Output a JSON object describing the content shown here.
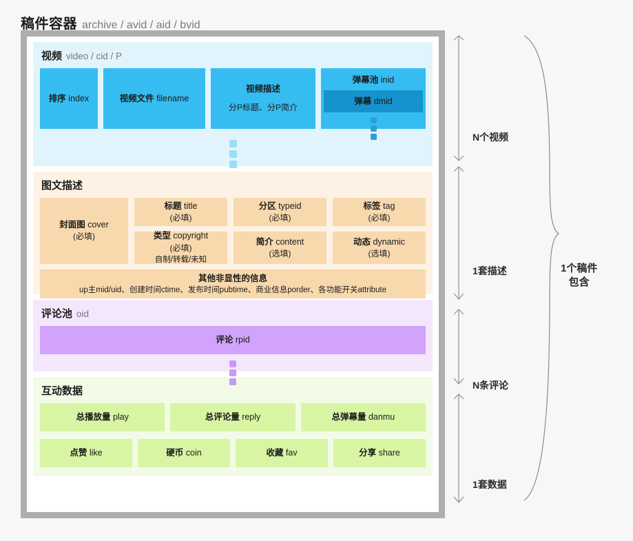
{
  "title": {
    "cn": "稿件容器",
    "en": "archive / avid / aid / bvid"
  },
  "sections": {
    "video": {
      "head_cn": "视频",
      "head_en": "video / cid / P",
      "cells": {
        "index": {
          "cn": "排序",
          "en": "index"
        },
        "filename": {
          "cn": "视频文件",
          "en": "filename"
        },
        "desc": {
          "cn": "视频描述",
          "en": "",
          "sub": "分P标题、分P简介"
        },
        "danmu_pool": {
          "cn": "弹幕池",
          "en": "inid",
          "inner_cn": "弹幕",
          "inner_en": "dmid"
        }
      }
    },
    "description": {
      "head_cn": "图文描述",
      "head_en": "",
      "cover": {
        "cn": "封面图",
        "en": "cover",
        "req": "(必填)"
      },
      "line1": [
        {
          "cn": "标题",
          "en": "title",
          "req": "(必填)"
        },
        {
          "cn": "分区",
          "en": "typeid",
          "req": "(必填)"
        },
        {
          "cn": "标签",
          "en": "tag",
          "req": "(必填)"
        }
      ],
      "line2": [
        {
          "cn": "类型",
          "en": "copyright",
          "req": "(必填)",
          "note": "自制/转载/未知"
        },
        {
          "cn": "简介",
          "en": "content",
          "req": "(选填)",
          "note": ""
        },
        {
          "cn": "动态",
          "en": "dynamic",
          "req": "(选填)",
          "note": ""
        }
      ],
      "other": {
        "title": "其他非显性的信息",
        "detail": "up主mid/uid、创建时间ctime、发布时间pubtime、商业信息porder、各功能开关attribute"
      }
    },
    "comment": {
      "head_cn": "评论池",
      "head_en": "oid",
      "reply": {
        "cn": "评论",
        "en": "rpid"
      }
    },
    "interaction": {
      "head_cn": "互动数据",
      "head_en": "",
      "row1": [
        {
          "cn": "总播放量",
          "en": "play"
        },
        {
          "cn": "总评论量",
          "en": "reply"
        },
        {
          "cn": "总弹幕量",
          "en": "danmu"
        }
      ],
      "row2": [
        {
          "cn": "点赞",
          "en": "like"
        },
        {
          "cn": "硬币",
          "en": "coin"
        },
        {
          "cn": "收藏",
          "en": "fav"
        },
        {
          "cn": "分享",
          "en": "share"
        }
      ]
    }
  },
  "annotations": {
    "video": "N个视频",
    "description": "1套描述",
    "comment": "N条评论",
    "interaction": "1套数据",
    "brace_line1": "1个稿件",
    "brace_line2": "包含"
  },
  "colors": {
    "frame_border": "#aeaeae",
    "video_bg": "#e1f4fd",
    "video_box": "#35bdf2",
    "video_box_inner": "#1693cc",
    "desc_bg": "#fdf2e4",
    "desc_box": "#f8d9ae",
    "comment_bg": "#f4e7fd",
    "comment_box": "#d1a3fc",
    "inter_bg": "#f2fbe6",
    "inter_box": "#d8f5a4",
    "page_bg": "#f7f7f7"
  }
}
